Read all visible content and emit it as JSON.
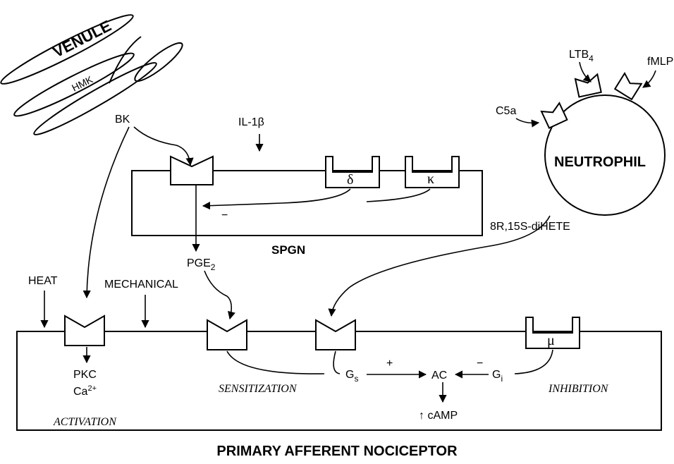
{
  "labels": {
    "venule": "VENULE",
    "hmk": "HMK",
    "bk": "BK",
    "il1b": "IL-1β",
    "delta": "δ",
    "kappa": "κ",
    "minus_spgn": "−",
    "spgn": "SPGN",
    "pge2": "PGE",
    "pge2_sub": "2",
    "heat": "HEAT",
    "mechanical": "MECHANICAL",
    "c5a": "C5a",
    "ltb4": "LTB",
    "ltb4_sub": "4",
    "fmlp": "fMLP",
    "neutrophil": "NEUTROPHIL",
    "dihete": "8R,15S-diHETE",
    "mu": "μ",
    "pkc": "PKC",
    "ca": "Ca",
    "ca_sup": "2+",
    "activation": "ACTIVATION",
    "sensitization": "SENSITIZATION",
    "gs": "G",
    "gs_sub": "s",
    "plus": "+",
    "ac": "AC",
    "minus_gi": "−",
    "gi": "G",
    "gi_sub": "i",
    "inhibition": "INHIBITION",
    "camp": "↑ cAMP",
    "nociceptor": "PRIMARY AFFERENT NOCICEPTOR"
  }
}
